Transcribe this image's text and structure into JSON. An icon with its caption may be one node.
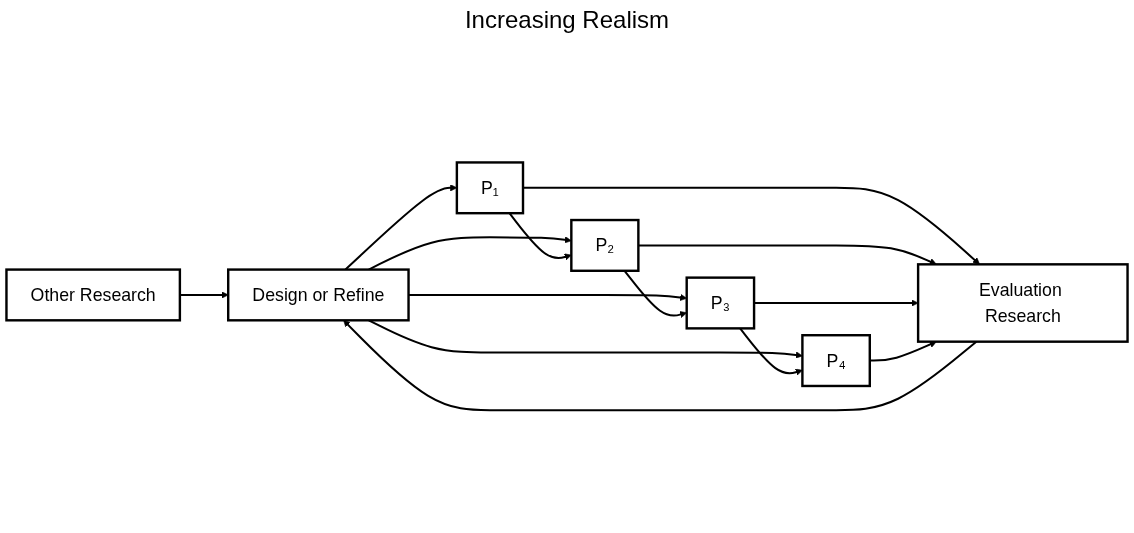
{
  "diagram": {
    "nodes": [
      {
        "text": [
          "Design or Refine"
        ]
      },
      {
        "text": [
          "P₁"
        ]
      },
      {
        "text": [
          "P₂"
        ]
      },
      {
        "text": [
          "P₃"
        ]
      },
      {
        "text": [
          "P₄"
        ]
      },
      {
        "text": [
          "Evaluation Research"
        ]
      },
      {
        "text": [
          "Other Research"
        ]
      }
    ],
    "edges": [
      {
        "from": 0,
        "to": 1,
        "arrow": "to"
      },
      {
        "from": 0,
        "to": 2,
        "arrow": "to"
      },
      {
        "from": 0,
        "to": 3,
        "arrow": "to"
      },
      {
        "from": 0,
        "to": 4,
        "arrow": "to"
      },
      {
        "from": 1,
        "to": 2,
        "arrow": "to"
      },
      {
        "from": 2,
        "to": 3,
        "arrow": "to"
      },
      {
        "from": 3,
        "to": 4,
        "arrow": "to"
      },
      {
        "from": 1,
        "to": 5,
        "arrow": "to"
      },
      {
        "from": 2,
        "to": 5,
        "arrow": "to"
      },
      {
        "from": 3,
        "to": 5,
        "arrow": "to"
      },
      {
        "from": 4,
        "to": 5,
        "arrow": "to"
      },
      {
        "from": 5,
        "to": 0,
        "arrow": "to"
      },
      {
        "from": 6,
        "to": 0,
        "arrow": "to"
      }
    ],
    "labels": [
      "Increasing Realism"
    ]
  }
}
